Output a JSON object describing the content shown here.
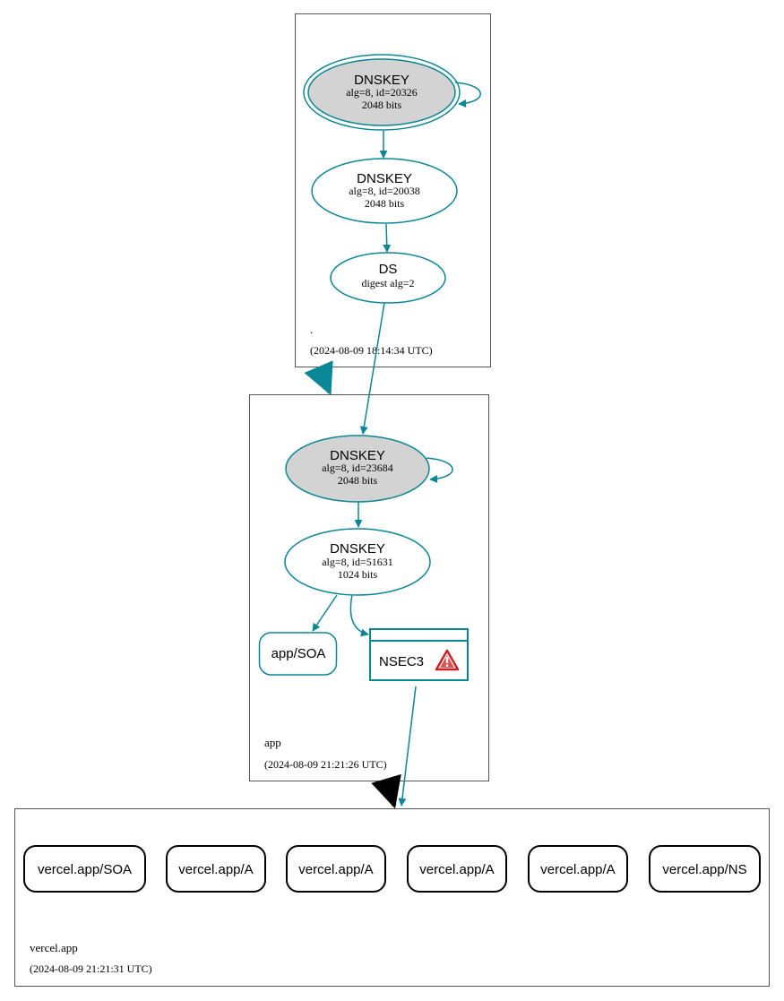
{
  "colors": {
    "teal": "#0a8796",
    "ksk_fill": "#d3d3d3",
    "border": "#555555",
    "black": "#000000",
    "warning_red": "#cc2222"
  },
  "zones": {
    "root": {
      "name": ".",
      "timestamp": "(2024-08-09 18:14:34 UTC)",
      "ksk": {
        "title": "DNSKEY",
        "line1": "alg=8, id=20326",
        "line2": "2048 bits"
      },
      "zsk": {
        "title": "DNSKEY",
        "line1": "alg=8, id=20038",
        "line2": "2048 bits"
      },
      "ds": {
        "title": "DS",
        "line1": "digest alg=2"
      }
    },
    "app": {
      "name": "app",
      "timestamp": "(2024-08-09 21:21:26 UTC)",
      "ksk": {
        "title": "DNSKEY",
        "line1": "alg=8, id=23684",
        "line2": "2048 bits"
      },
      "zsk": {
        "title": "DNSKEY",
        "line1": "alg=8, id=51631",
        "line2": "1024 bits"
      },
      "soa": "app/SOA",
      "nsec3": "NSEC3",
      "warning_icon": "warning-triangle-icon"
    },
    "vercel": {
      "name": "vercel.app",
      "timestamp": "(2024-08-09 21:21:31 UTC)",
      "records": [
        "vercel.app/SOA",
        "vercel.app/A",
        "vercel.app/A",
        "vercel.app/A",
        "vercel.app/A",
        "vercel.app/NS"
      ]
    }
  }
}
